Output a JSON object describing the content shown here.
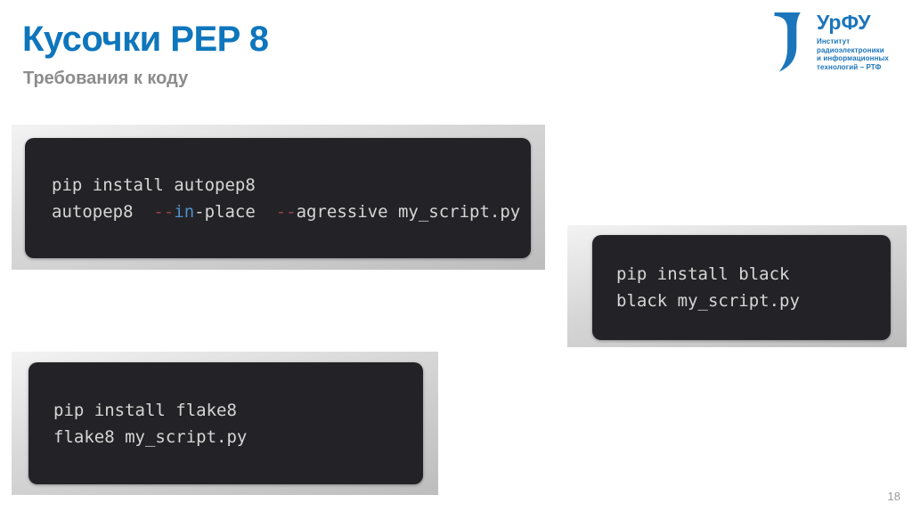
{
  "slide": {
    "title": "Кусочки PEP 8",
    "subtitle": "Требования к коду",
    "page_number": "18"
  },
  "logo": {
    "name": "УрФУ",
    "mark_icon": "urfu-flag-u-monogram",
    "institute_lines": [
      "Институт",
      "радиоэлектроники",
      "и информационных",
      "технологий – РТФ"
    ]
  },
  "colors": {
    "title_blue": "#0e76bc",
    "subtitle_gray": "#8c8c8c",
    "logo_blue": "#1b75bb",
    "code_bg": "#232327",
    "code_default": "#d6d6d6",
    "code_red": "#9c4149",
    "code_blue": "#4f8fca",
    "page_number_gray": "#9b9b9b"
  },
  "code_blocks": [
    {
      "name": "autopep8-snippet",
      "lines": [
        [
          {
            "text": "pip install autopep8",
            "color": "default"
          }
        ],
        [
          {
            "text": "autopep8  ",
            "color": "default"
          },
          {
            "text": "--",
            "color": "red"
          },
          {
            "text": "in",
            "color": "blue"
          },
          {
            "text": "-place  ",
            "color": "default"
          },
          {
            "text": "--",
            "color": "red"
          },
          {
            "text": "agressive my_script.py",
            "color": "default"
          }
        ]
      ]
    },
    {
      "name": "black-snippet",
      "lines": [
        [
          {
            "text": "pip install black",
            "color": "default"
          }
        ],
        [
          {
            "text": "black my_script.py",
            "color": "default"
          }
        ]
      ]
    },
    {
      "name": "flake8-snippet",
      "lines": [
        [
          {
            "text": "pip install flake8",
            "color": "default"
          }
        ],
        [
          {
            "text": "flake8 my_script.py",
            "color": "default"
          }
        ]
      ]
    }
  ]
}
